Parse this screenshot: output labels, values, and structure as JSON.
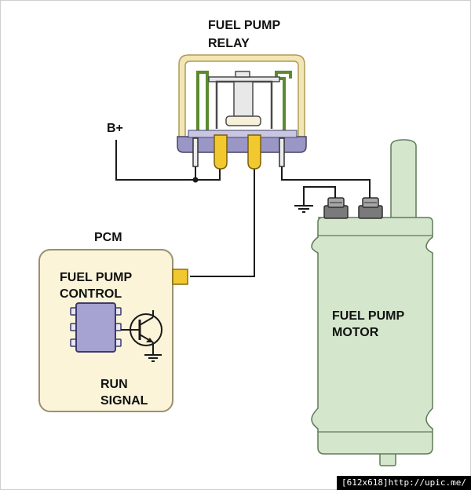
{
  "labels": {
    "relay": [
      "FUEL PUMP",
      "RELAY"
    ],
    "battery": "B+",
    "pcm": "PCM",
    "control": [
      "FUEL PUMP",
      "CONTROL"
    ],
    "motor": [
      "FUEL PUMP",
      "MOTOR"
    ],
    "run_signal": [
      "RUN",
      "SIGNAL"
    ]
  },
  "watermark": "[612x618]http://upic.me/",
  "colors": {
    "wire": "#1a1a1a",
    "pcm_fill": "#fbf4d8",
    "pcm_stroke": "#9a9070",
    "relay_cover": "#f3e6b6",
    "relay_cover_stroke": "#b09a55",
    "relay_base": "#9a96c6",
    "relay_contacts": "#5c8a2e",
    "terminal_yellow": "#f2c82f",
    "chip_fill": "#a6a2d2",
    "motor_fill": "#d4e6cc",
    "motor_stroke": "#5f7a58",
    "post": "#7a7a7a"
  },
  "icons": {
    "ground": "ground-symbol-icon",
    "transistor": "npn-transistor-icon",
    "chip": "ic-chip-icon",
    "connector": "pcm-connector-icon",
    "post": "terminal-post-icon"
  }
}
